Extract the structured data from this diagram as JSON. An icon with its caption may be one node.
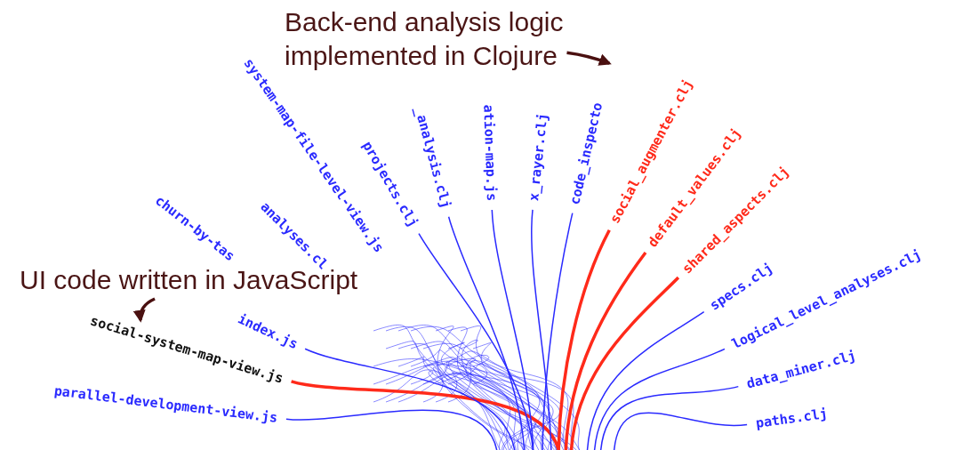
{
  "diagram": {
    "nodes": [
      {
        "text": [
          "Back-end analysis logic implemented in Clojure"
        ]
      },
      {
        "text": [
          "UI code written in JavaScript"
        ]
      },
      {
        "text": [
          "parallel-development-view.js"
        ]
      },
      {
        "text": [
          "social-system-map-view.js"
        ]
      },
      {
        "text": [
          "index.js"
        ]
      },
      {
        "text": [
          "churn-by-tas"
        ]
      },
      {
        "text": [
          "analyses.cl"
        ]
      },
      {
        "text": [
          "system-map-file-level-view.js"
        ]
      },
      {
        "text": [
          "projects.clj"
        ]
      },
      {
        "text": [
          "_analysis.clj"
        ]
      },
      {
        "text": [
          "ation-map.js"
        ]
      },
      {
        "text": [
          "x_rayer.clj"
        ]
      },
      {
        "text": [
          "code_inspecto"
        ]
      },
      {
        "text": [
          "social_augmenter.clj"
        ]
      },
      {
        "text": [
          "default_values.clj"
        ]
      },
      {
        "text": [
          "shared_aspects.clj"
        ]
      },
      {
        "text": [
          "specs.clj"
        ]
      },
      {
        "text": [
          "logical_level_analyses.clj"
        ]
      },
      {
        "text": [
          "data_miner.clj"
        ]
      },
      {
        "text": [
          "paths.clj"
        ]
      }
    ],
    "edges": [
      {
        "from": 0,
        "to": 13,
        "arrow": "to",
        "style": "thick",
        "color": "#4a1010"
      },
      {
        "from": 1,
        "to": 3,
        "arrow": "to",
        "style": "thick",
        "color": "#4a1010"
      },
      {
        "from": 2,
        "to": null,
        "arrow": "none"
      },
      {
        "from": 3,
        "to": null,
        "arrow": "none",
        "style": "thick",
        "color": "#ff2a1a"
      },
      {
        "from": 4,
        "to": null,
        "arrow": "none"
      },
      {
        "from": 8,
        "to": null,
        "arrow": "none"
      },
      {
        "from": 9,
        "to": null,
        "arrow": "none"
      },
      {
        "from": 10,
        "to": null,
        "arrow": "none"
      },
      {
        "from": 11,
        "to": null,
        "arrow": "none"
      },
      {
        "from": 12,
        "to": null,
        "arrow": "none"
      },
      {
        "from": 13,
        "to": null,
        "arrow": "none",
        "style": "thick",
        "color": "#ff2a1a"
      },
      {
        "from": 14,
        "to": null,
        "arrow": "none",
        "style": "thick",
        "color": "#ff2a1a"
      },
      {
        "from": 15,
        "to": null,
        "arrow": "none",
        "style": "thick",
        "color": "#ff2a1a"
      },
      {
        "from": 16,
        "to": null,
        "arrow": "none"
      },
      {
        "from": 17,
        "to": null,
        "arrow": "none"
      },
      {
        "from": 18,
        "to": null,
        "arrow": "none"
      },
      {
        "from": 19,
        "to": null,
        "arrow": "none"
      }
    ]
  }
}
